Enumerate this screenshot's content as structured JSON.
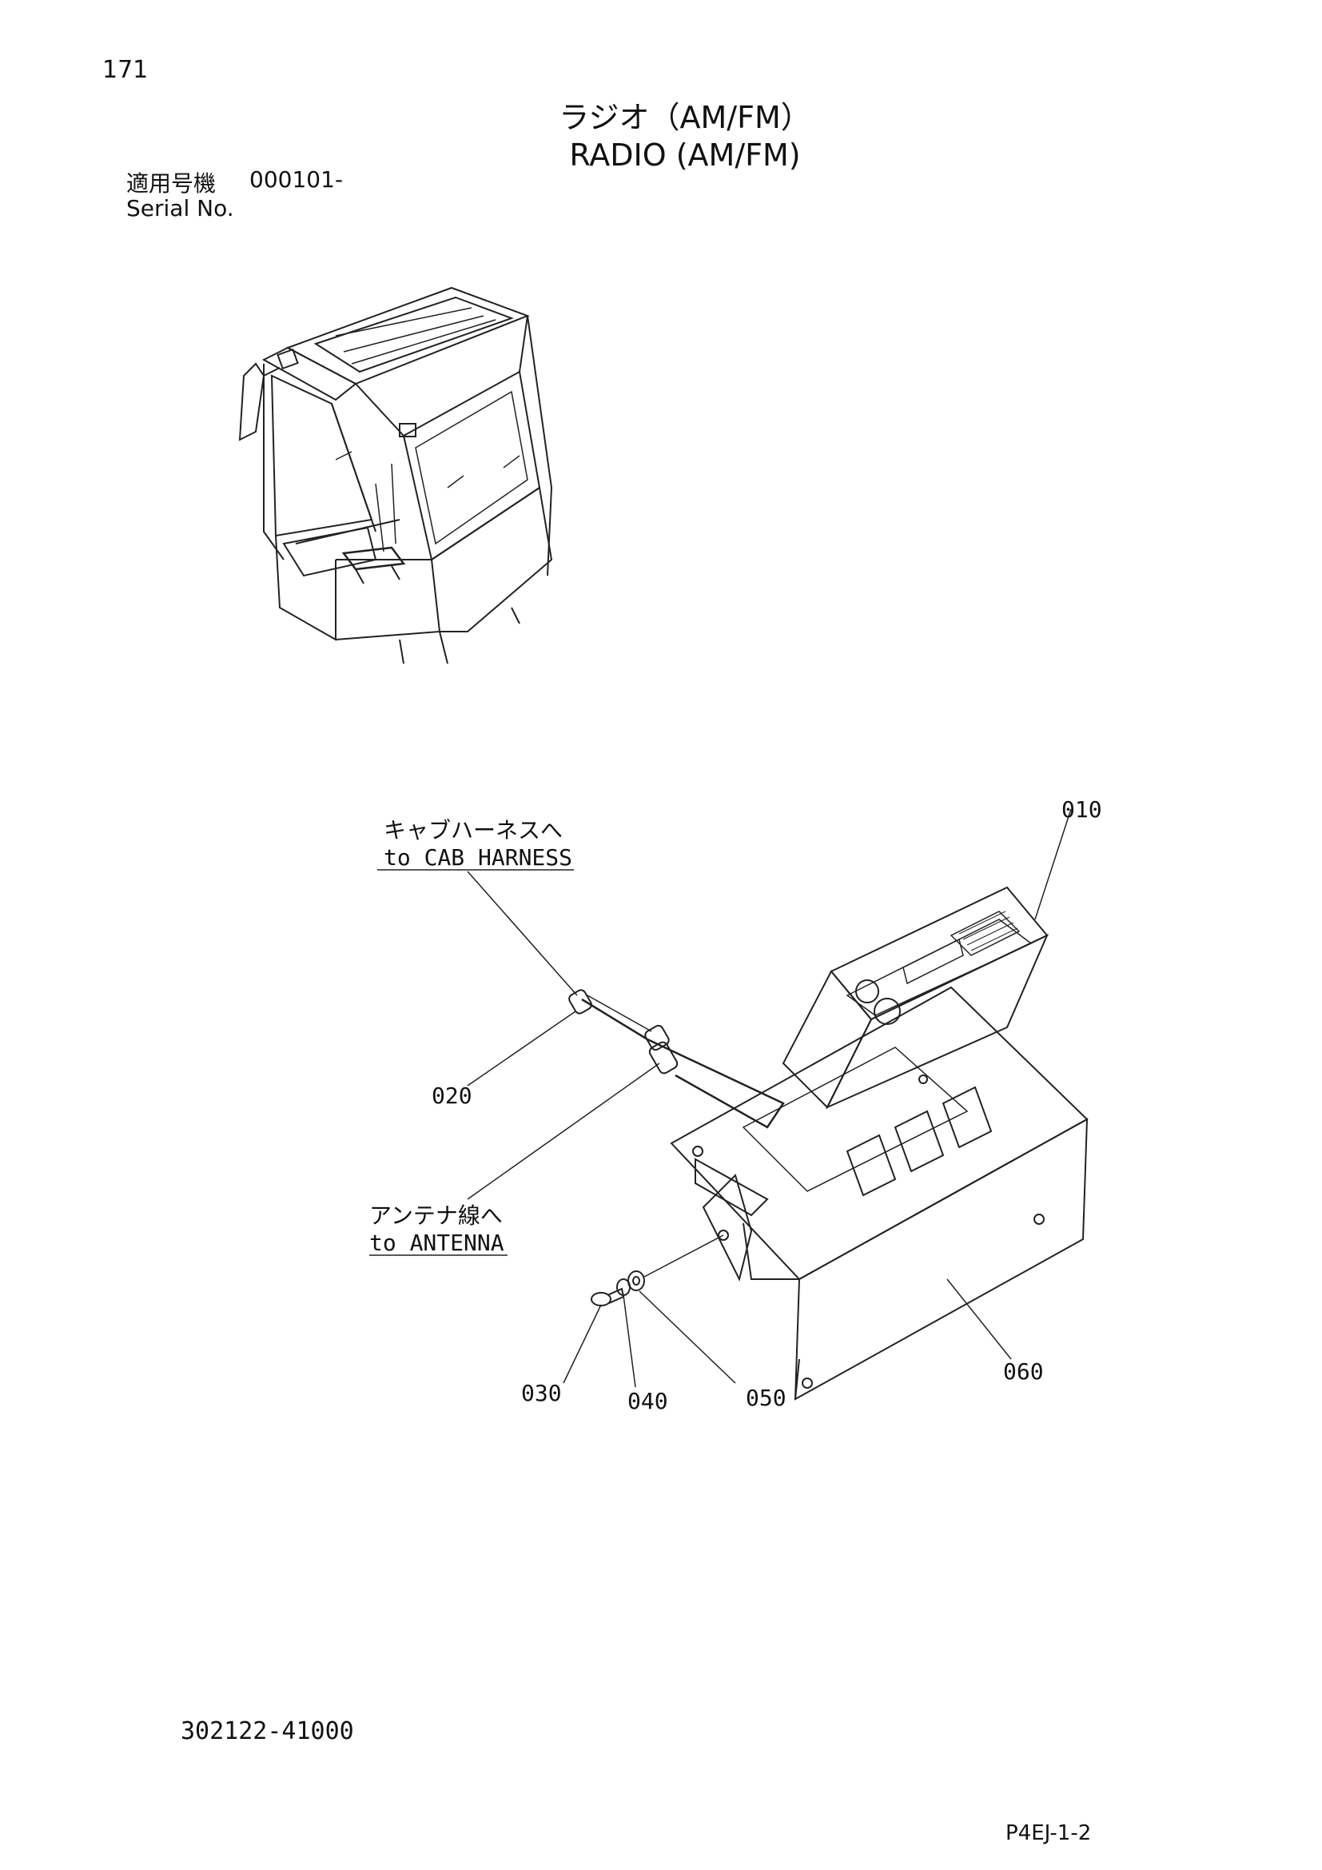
{
  "header": {
    "page_number": "171",
    "title_jp": "ラジオ（AM/FM）",
    "title_en": "RADIO (AM/FM)",
    "serial_label_jp": "適用号機",
    "serial_value": "000101-",
    "serial_label_en": "Serial No."
  },
  "callouts": {
    "to_cab_harness_jp": "キャブハーネスへ",
    "to_cab_harness_en": "to CAB HARNESS",
    "to_antenna_jp": "アンテナ線へ",
    "to_antenna_en": "to ANTENNA"
  },
  "parts": [
    {
      "number": "010"
    },
    {
      "number": "020"
    },
    {
      "number": "030"
    },
    {
      "number": "040"
    },
    {
      "number": "050"
    },
    {
      "number": "060"
    }
  ],
  "footer": {
    "drawing_number": "302122-41000",
    "sheet_code": "P4EJ-1-2"
  }
}
